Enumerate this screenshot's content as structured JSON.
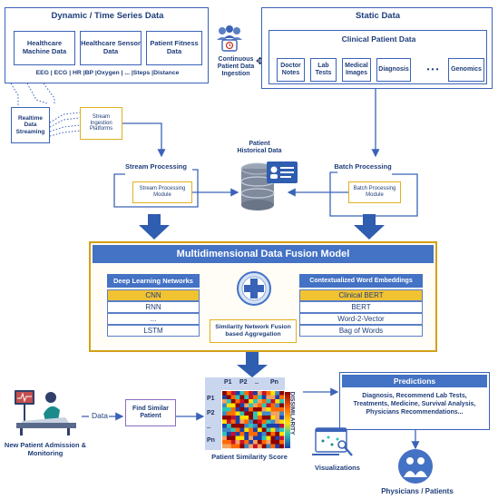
{
  "dynamic": {
    "title": "Dynamic / Time Series Data",
    "boxes": [
      "Healthcare Machine Data",
      "Healthcare Sensor Data",
      "Patient Fitness Data"
    ],
    "signals": "EEG | ECG | HR |BP |Oxygen | ... |Steps |Distance"
  },
  "static": {
    "title": "Static Data",
    "clinical_title": "Clinical Patient  Data",
    "items": [
      "Doctor Notes",
      "Lab Tests",
      "Medical Images",
      "Diagnosis",
      "• • •",
      "Genomics"
    ]
  },
  "ingestion": {
    "label": "Continuous Patient Data Ingestion"
  },
  "realtime": {
    "label": "Realtime Data Streaming"
  },
  "stream_platform": {
    "label": "Stream Ingestion Platforms"
  },
  "historical": {
    "label": "Patient Historical Data"
  },
  "stream_processing": {
    "label": "Stream Processing",
    "module": "Stream Processing Module"
  },
  "batch_processing": {
    "label": "Batch Processing",
    "module": "Batch Processing Module"
  },
  "fusion": {
    "title": "Multidimensional Data Fusion Model",
    "deep": {
      "title": "Deep Learning Networks",
      "rows": [
        "CNN",
        "RNN",
        "...",
        "LSTM"
      ]
    },
    "similarity": "Similarity Network Fusion based Aggregation",
    "embed": {
      "title": "Contextualized Word Embeddings",
      "rows": [
        "Clinical BERT",
        "BERT",
        "Word-2-Vector",
        "Bag of Words"
      ]
    }
  },
  "bottom": {
    "admission": "New Patient Admission & Monitoring",
    "data_label": "Data",
    "find_similar": "Find Similar Patient",
    "matrix_headers": [
      "P1",
      "P2",
      "..",
      "Pn"
    ],
    "dissimilarity": "DISSIMILARITY",
    "similarity_score": "Patient Similarity Score",
    "predictions_title": "Predictions",
    "predictions_text": "Diagnosis,  Recommend Lab Tests, Treatments, Medicine, Survival Analysis, Physicians Recommendations...",
    "visualizations": "Visualizations",
    "users": "Physicians /  Patients"
  },
  "colors": {
    "blue": "#4472c4",
    "dark_blue": "#1f3d7a",
    "gold": "#d4a017",
    "yellow": "#f1c232"
  }
}
